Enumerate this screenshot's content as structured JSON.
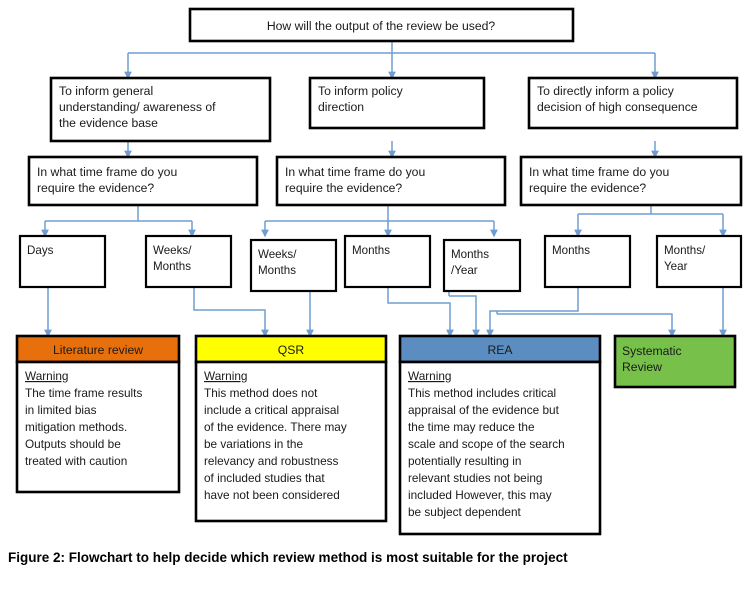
{
  "figure": {
    "caption": "Figure 2:  Flowchart to help decide which review method is most suitable for the project",
    "title_question": "How will the output of the review be used?"
  },
  "colors": {
    "connector": "#6f9dd1",
    "border": "#000000",
    "literature_review": "#E8700C",
    "qsr": "#FFFF00",
    "rea": "#5B8DC1",
    "systematic_review": "#77C14B",
    "background": "#FFFFFF"
  },
  "chart_data": {
    "type": "diagram",
    "title": "Flowchart to help decide which review method is most suitable for the project",
    "root": "How will the output of the review be used?",
    "purposes": [
      "To inform general understanding/ awareness of the evidence base",
      "To inform policy direction",
      "To directly inform a policy decision of high consequence"
    ],
    "timeframe_question": "In what time frame do you require the evidence?",
    "timeframe_options": [
      "Days",
      "Weeks/ Months",
      "Weeks/ Months",
      "Months",
      "Months /Year",
      "Months",
      "Months/ Year"
    ],
    "outcomes": [
      "Literature review",
      "QSR",
      "REA",
      "Systematic Review"
    ],
    "edges": [
      {
        "from": "Days",
        "to": "Literature review"
      },
      {
        "from": "Weeks/Months (branch 1)",
        "to": "QSR"
      },
      {
        "from": "Weeks/Months (branch 2)",
        "to": "QSR"
      },
      {
        "from": "Months (branch 2)",
        "to": "REA"
      },
      {
        "from": "Months/Year (branch 2)",
        "to": "REA"
      },
      {
        "from": "Months (branch 3)",
        "to": "REA"
      },
      {
        "from": "Months/Year (branch 3)",
        "to": "Systematic Review"
      }
    ]
  },
  "nodes": {
    "root": {
      "label": "How will the output of the review be used?"
    },
    "purpose1": {
      "line1": "To inform general",
      "line2": "understanding/ awareness of",
      "line3": "the evidence base"
    },
    "purpose2": {
      "line1": "To inform policy",
      "line2": "direction"
    },
    "purpose3": {
      "line1": "To directly inform a policy",
      "line2": "decision of high consequence"
    },
    "timeframe1": {
      "line1": "In what time frame do you",
      "line2": "require the evidence?"
    },
    "timeframe2": {
      "line1": "In what time frame do you",
      "line2": "require the evidence?"
    },
    "timeframe3": {
      "line1": "In what time frame do you",
      "line2": "require the evidence?"
    },
    "opt1": {
      "line1": "Days",
      "line2": ""
    },
    "opt2": {
      "line1": "Weeks/",
      "line2": "Months"
    },
    "opt3": {
      "line1": "Weeks/",
      "line2": "Months"
    },
    "opt4": {
      "line1": "Months",
      "line2": ""
    },
    "opt5": {
      "line1": "Months",
      "line2": "/Year"
    },
    "opt6": {
      "line1": "Months",
      "line2": ""
    },
    "opt7": {
      "line1": "Months/",
      "line2": "Year"
    }
  },
  "outcomes": {
    "literature_review": {
      "title": "Literature review",
      "warning_label": "Warning",
      "lines": [
        "The time frame results",
        "in limited bias",
        "mitigation methods.",
        "Outputs should be",
        "treated with caution"
      ]
    },
    "qsr": {
      "title": "QSR",
      "warning_label": "Warning",
      "lines": [
        "This method does not",
        "include a critical appraisal",
        "of the evidence.  There may",
        "be variations in the",
        "relevancy and robustness",
        "of included studies that",
        "have not been considered"
      ]
    },
    "rea": {
      "title": "REA",
      "warning_label": "Warning",
      "lines": [
        "This method includes critical",
        "appraisal of the evidence but",
        "the  time may reduce the",
        "scale and scope of the search",
        "potentially resulting in",
        "relevant studies not being",
        "included  However, this may",
        "be subject dependent"
      ]
    },
    "systematic_review": {
      "title_line1": "Systematic",
      "title_line2": "Review"
    }
  }
}
